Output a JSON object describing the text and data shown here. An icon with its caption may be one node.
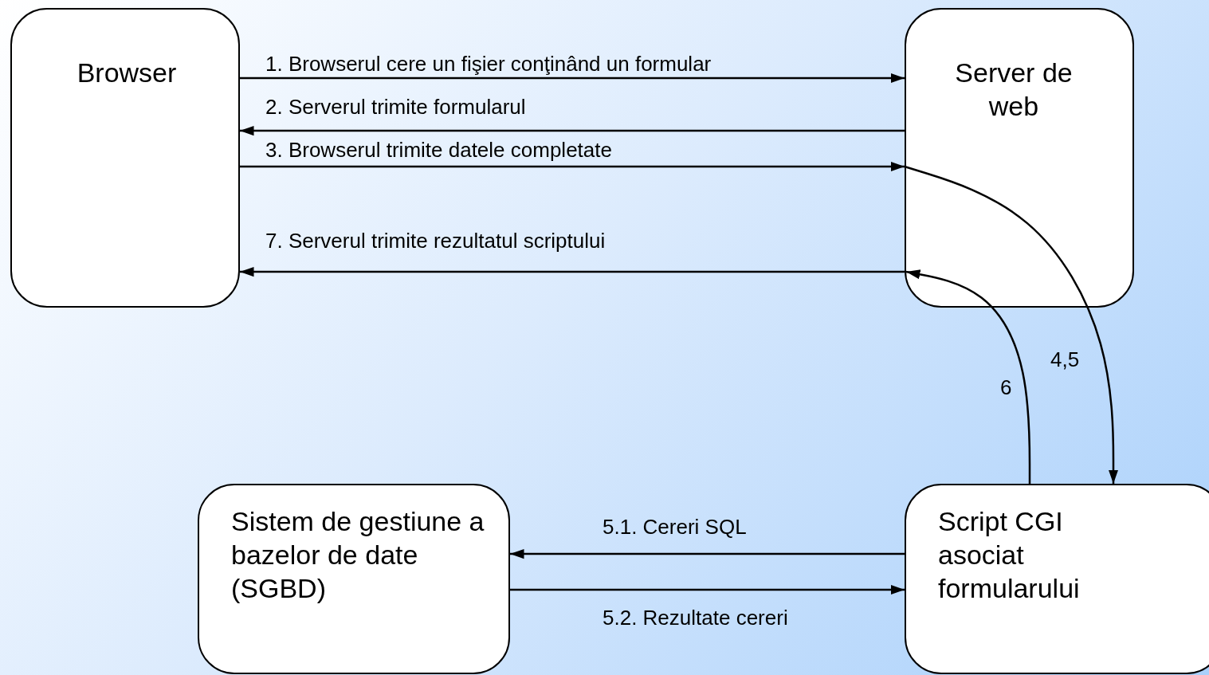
{
  "diagram": {
    "nodes": [
      {
        "text": [
          "Browser"
        ]
      },
      {
        "text": [
          "Server de web"
        ]
      },
      {
        "text": [
          "Sistem de gestiune a bazelor de date (SGBD)"
        ]
      },
      {
        "text": [
          "Script CGI asociat formularului"
        ]
      }
    ],
    "edges": [
      {
        "from": 0,
        "to": 1,
        "arrow": "to",
        "label": "1. Browserul cere un fişier conţinând un formular"
      },
      {
        "from": 1,
        "to": 0,
        "arrow": "to",
        "label": "2. Serverul trimite formularul"
      },
      {
        "from": 0,
        "to": 1,
        "arrow": "to",
        "label": "3. Browserul trimite datele completate"
      },
      {
        "from": 1,
        "to": 0,
        "arrow": "to",
        "label": "7. Serverul trimite rezultatul scriptului"
      },
      {
        "from": 1,
        "to": 3,
        "arrow": "to",
        "label": "4,5"
      },
      {
        "from": 3,
        "to": 1,
        "arrow": "to",
        "label": "6"
      },
      {
        "from": 3,
        "to": 2,
        "arrow": "to",
        "label": "5.1. Cereri SQL"
      },
      {
        "from": 2,
        "to": 3,
        "arrow": "to",
        "label": "5.2. Rezultate cereri"
      }
    ]
  }
}
